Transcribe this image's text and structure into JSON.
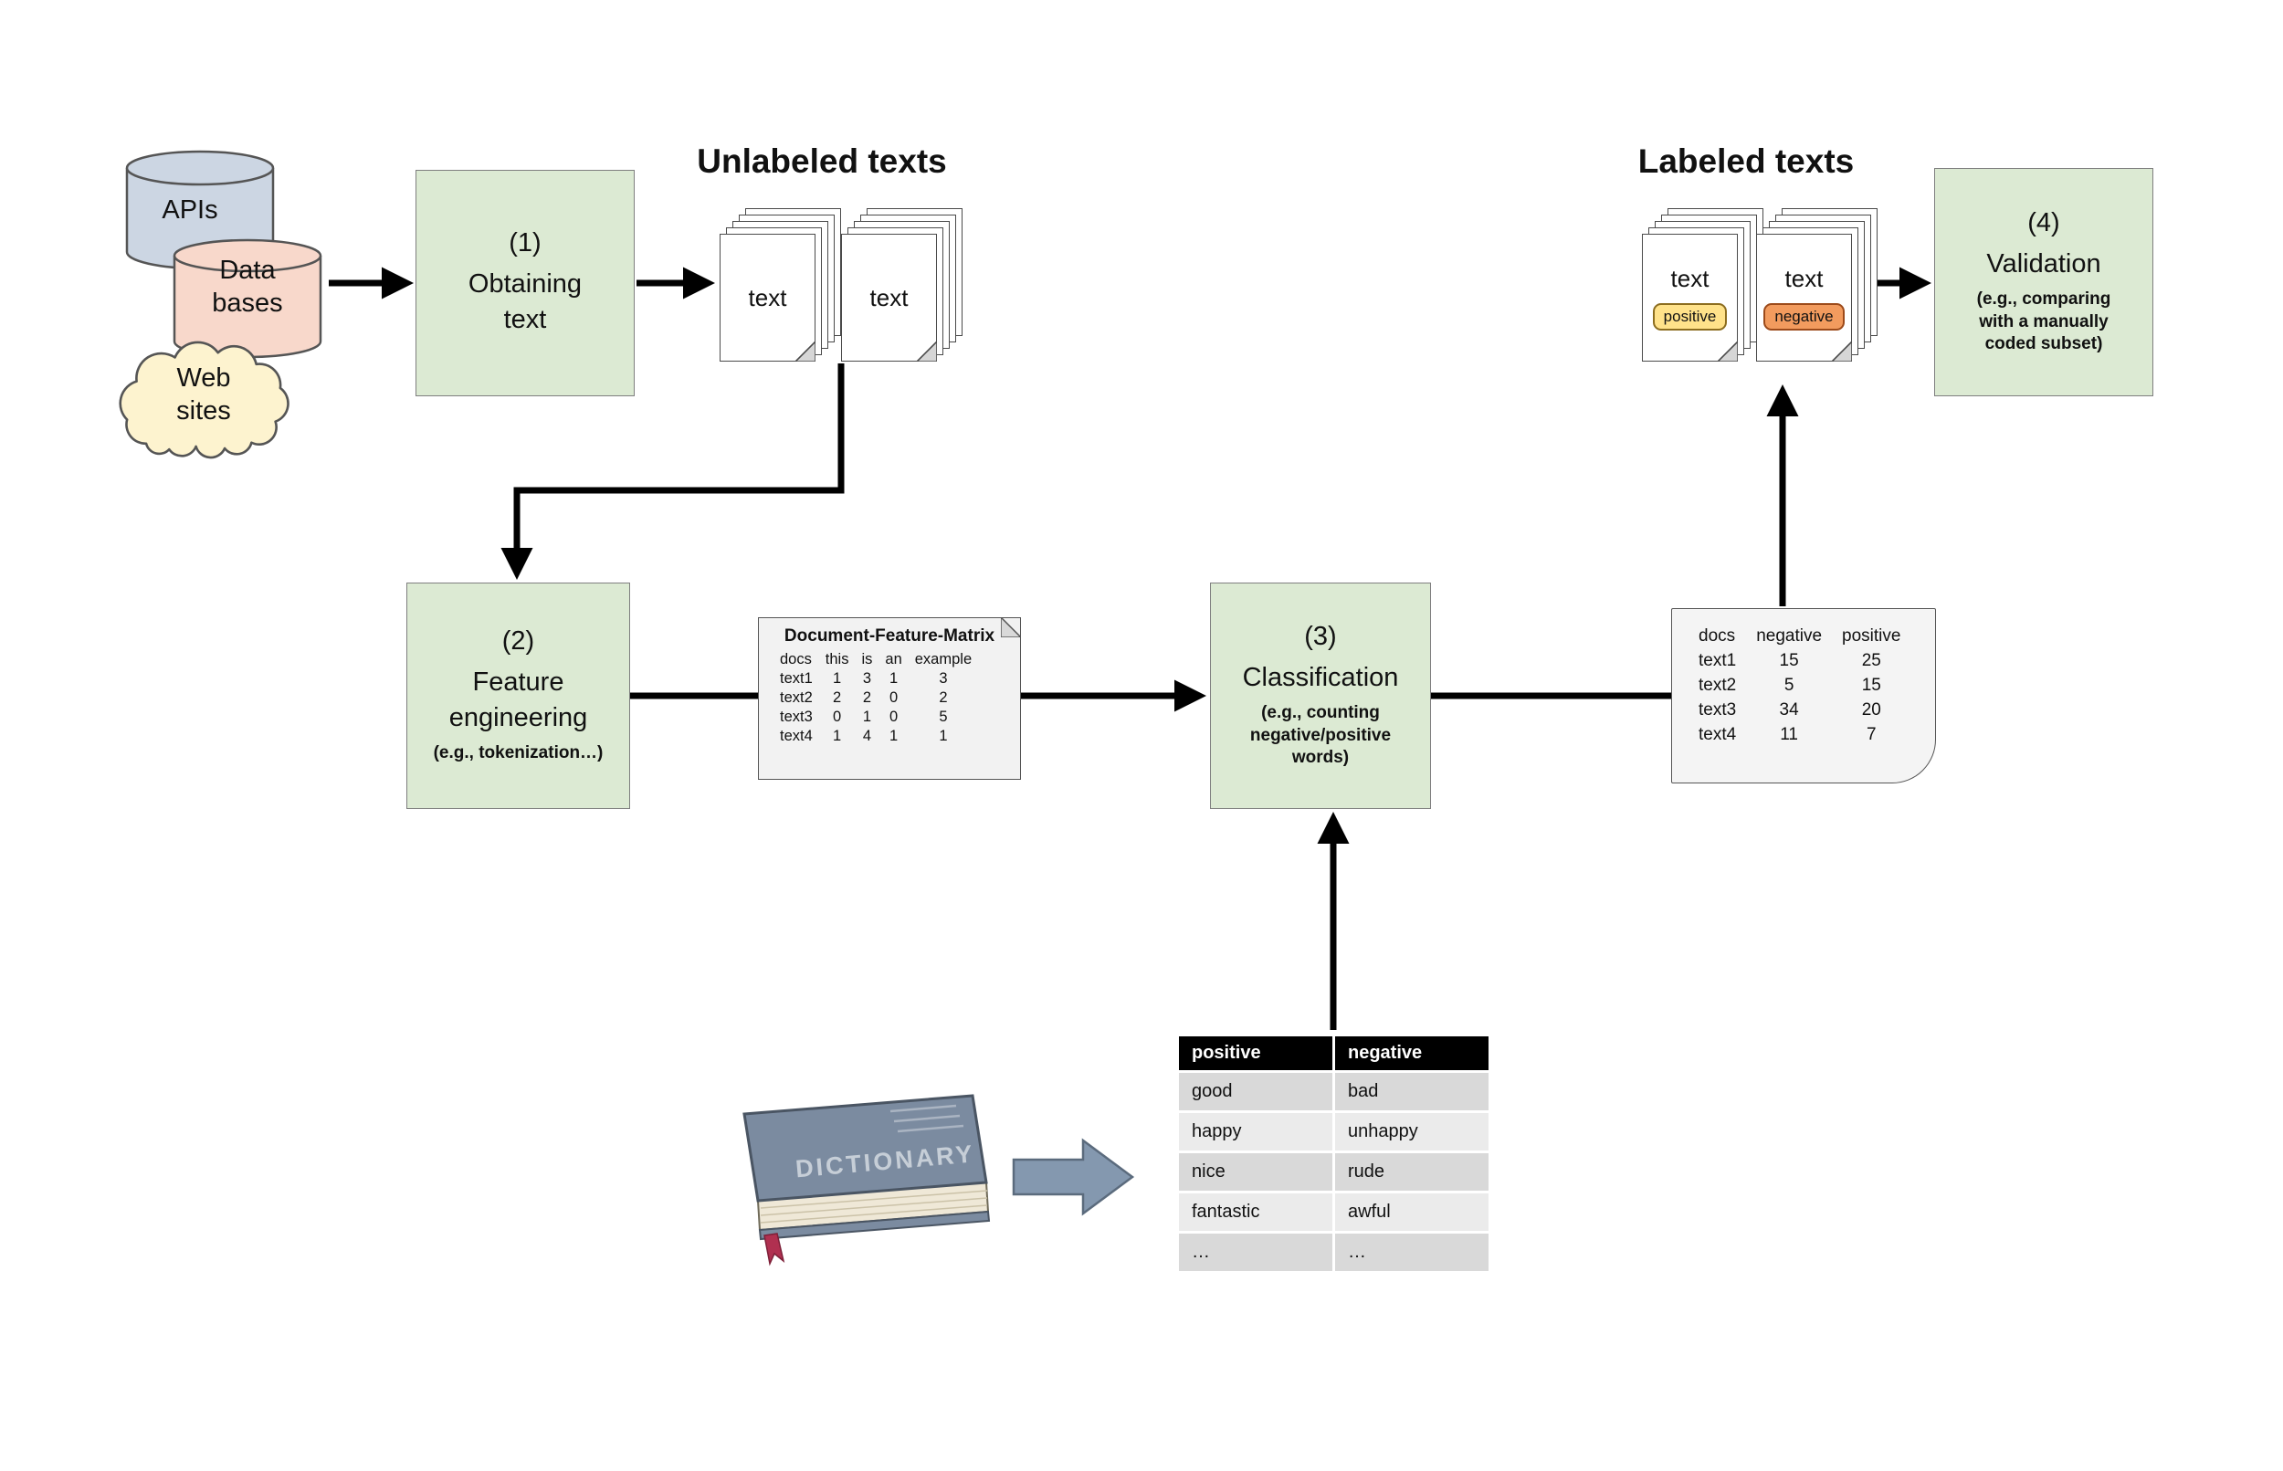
{
  "sources": {
    "apis": "APIs",
    "databases": "Data\nbases",
    "websites": "Web\nsites"
  },
  "unlabeled_texts": {
    "title": "Unlabeled texts",
    "stack1_label": "text",
    "stack2_label": "text"
  },
  "labeled_texts": {
    "title": "Labeled texts",
    "stack1_label": "text",
    "stack1_badge": "positive",
    "stack2_label": "text",
    "stack2_badge": "negative"
  },
  "steps": {
    "step1": {
      "number": "(1)",
      "title": "Obtaining\ntext"
    },
    "step2": {
      "number": "(2)",
      "title": "Feature\nengineering",
      "subtitle": "(e.g., tokenization…)"
    },
    "step3": {
      "number": "(3)",
      "title": "Classification",
      "subtitle": "(e.g., counting\nnegative/positive\nwords)"
    },
    "step4": {
      "number": "(4)",
      "title": "Validation",
      "subtitle": "(e.g., comparing\nwith a manually\ncoded subset)"
    }
  },
  "dfm": {
    "title": "Document-Feature-Matrix",
    "headers": [
      "docs",
      "this",
      "is",
      "an",
      "example"
    ],
    "rows": [
      [
        "text1",
        "1",
        "3",
        "1",
        "3"
      ],
      [
        "text2",
        "2",
        "2",
        "0",
        "2"
      ],
      [
        "text3",
        "0",
        "1",
        "0",
        "5"
      ],
      [
        "text4",
        "1",
        "4",
        "1",
        "1"
      ]
    ]
  },
  "results": {
    "headers": [
      "docs",
      "negative",
      "positive"
    ],
    "rows": [
      [
        "text1",
        "15",
        "25"
      ],
      [
        "text2",
        "5",
        "15"
      ],
      [
        "text3",
        "34",
        "20"
      ],
      [
        "text4",
        "11",
        "7"
      ]
    ]
  },
  "dictionary": {
    "book_label": "DICTIONARY",
    "table": {
      "headers": [
        "positive",
        "negative"
      ],
      "rows": [
        [
          "good",
          "bad"
        ],
        [
          "happy",
          "unhappy"
        ],
        [
          "nice",
          "rude"
        ],
        [
          "fantastic",
          "awful"
        ],
        [
          "…",
          "…"
        ]
      ]
    }
  },
  "colors": {
    "step_box_fill": "#dcead3",
    "positive_badge": "#ffe28a",
    "negative_badge": "#f29b5e",
    "apis_fill": "#ccd6e3",
    "databases_fill": "#f8d8cb",
    "websites_fill": "#fdf3cf",
    "dict_header_bg": "#000000",
    "arrow_color": "#000000"
  }
}
